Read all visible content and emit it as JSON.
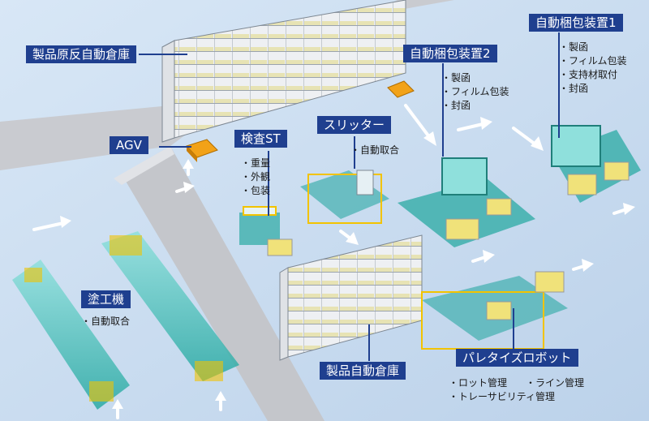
{
  "labels": {
    "warehouse_raw": "製品原反自動倉庫",
    "agv": "AGV",
    "inspection": "検査ST",
    "slitter": "スリッター",
    "pack2": "自動梱包装置2",
    "pack1": "自動梱包装置1",
    "coater": "塗工機",
    "warehouse_product": "製品自動倉庫",
    "palletize": "パレタイズロボット"
  },
  "notes": {
    "inspection": [
      "重量",
      "外観",
      "包装"
    ],
    "slitter": [
      "自動取合"
    ],
    "pack2": [
      "製函",
      "フィルム包装",
      "封函"
    ],
    "pack1": [
      "製函",
      "フィルム包装",
      "支持材取付",
      "封函"
    ],
    "coater": [
      "自動取合"
    ],
    "palletize_left": [
      "ロット管理",
      "トレーサビリティ管理"
    ],
    "palletize_right": [
      "ライン管理"
    ]
  },
  "colors": {
    "label_bg": "#1f3f8f",
    "floor": "#cfdff0",
    "wall": "#c9cbd0",
    "machine_teal": "#2aa9a3",
    "rack": "#d9dde3",
    "rack_shelf": "#e7e3b4",
    "arrow": "#ffffff",
    "agv_orange": "#f2a218",
    "box_yellow": "#f0e27a"
  }
}
